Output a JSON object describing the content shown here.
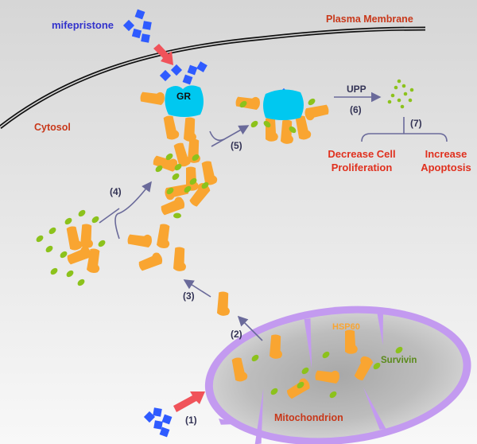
{
  "labels": {
    "drug": "mifepristone",
    "membrane": "Plasma Membrane",
    "cytosol": "Cytosol",
    "receptor": "GR",
    "upp": "UPP",
    "step1": "(1)",
    "step2": "(2)",
    "step3": "(3)",
    "step4": "(4)",
    "step5": "(5)",
    "step6": "(6)",
    "step7": "(7)",
    "outcome1_line1": "Decrease Cell",
    "outcome1_line2": "Proliferation",
    "outcome2_line1": "Increase",
    "outcome2_line2": "Apoptosis",
    "hsp60": "HSP60",
    "survivin": "Survivin",
    "organelle": "Mitochondrion"
  },
  "colors": {
    "background_top": "#d9d9d9",
    "background_bottom": "#f7f7f7",
    "drug": "#2f5bff",
    "drug_label": "#3333cc",
    "red_label": "#d0301a",
    "hsp60": "#f9a531",
    "survivin": "#8cc21c",
    "survivin_label": "#5a8a1a",
    "receptor": "#00c8f0",
    "arrow": "#6a6a9a",
    "red_arrow": "#f0535a",
    "mito_membrane": "#c39af0"
  }
}
